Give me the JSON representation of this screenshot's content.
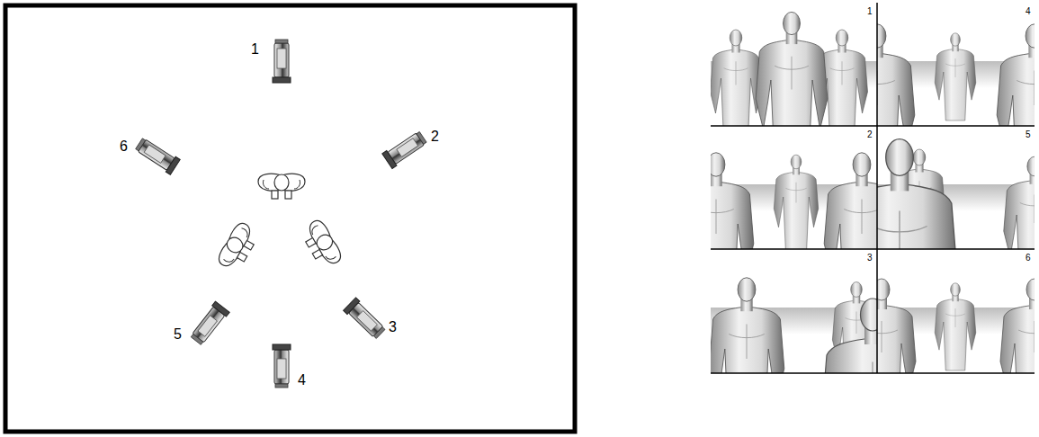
{
  "diagram": {
    "labels": [
      "1",
      "6",
      "2",
      "5",
      "3",
      "4",
      "1",
      "4",
      "2",
      "5",
      "3",
      "6"
    ]
  }
}
